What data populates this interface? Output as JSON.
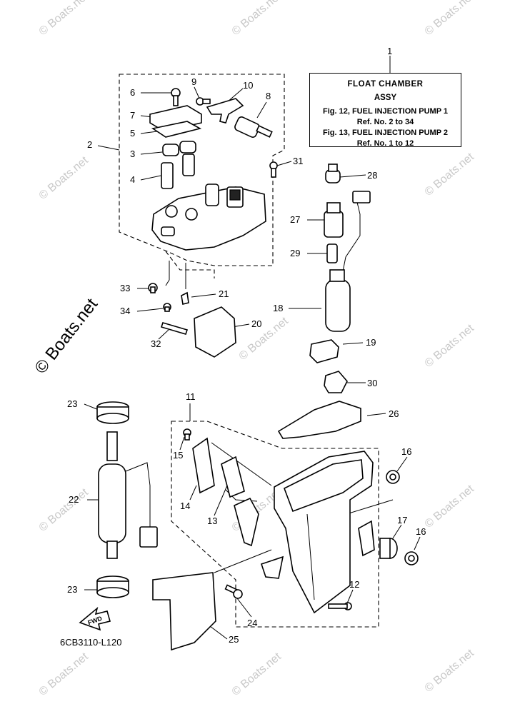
{
  "title_box": {
    "line1": "FLOAT CHAMBER",
    "line2": "ASSY",
    "refs": [
      "Fig. 12, FUEL INJECTION PUMP 1",
      "Ref. No. 2 to 34",
      "Fig. 13, FUEL INJECTION PUMP 2",
      "Ref. No. 1 to 12"
    ]
  },
  "diagram_code": "6CB3110-L120",
  "fwd_label": "FWD",
  "watermark": "© Boats.net",
  "callouts": [
    "1",
    "2",
    "3",
    "4",
    "5",
    "6",
    "7",
    "8",
    "9",
    "10",
    "11",
    "12",
    "13",
    "14",
    "15",
    "16",
    "16",
    "17",
    "18",
    "19",
    "20",
    "21",
    "22",
    "23",
    "23",
    "24",
    "25",
    "26",
    "27",
    "28",
    "29",
    "30",
    "31",
    "32",
    "33",
    "34"
  ]
}
